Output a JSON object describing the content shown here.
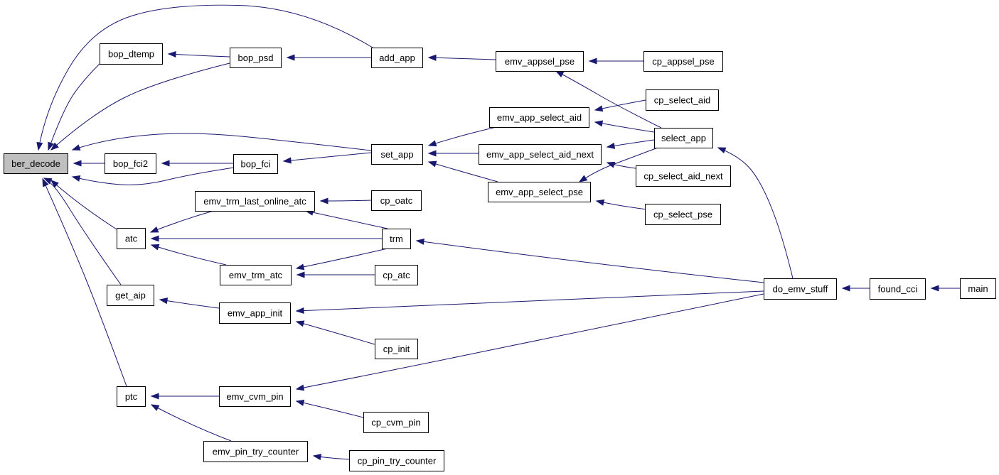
{
  "graph": {
    "nodes": [
      {
        "id": "ber_decode",
        "label": "ber_decode",
        "root": true
      },
      {
        "id": "bop_dtemp",
        "label": "bop_dtemp"
      },
      {
        "id": "bop_psd",
        "label": "bop_psd"
      },
      {
        "id": "add_app",
        "label": "add_app"
      },
      {
        "id": "emv_appsel_pse",
        "label": "emv_appsel_pse"
      },
      {
        "id": "cp_appsel_pse",
        "label": "cp_appsel_pse"
      },
      {
        "id": "cp_select_aid",
        "label": "cp_select_aid"
      },
      {
        "id": "emv_app_select_aid",
        "label": "emv_app_select_aid"
      },
      {
        "id": "select_app",
        "label": "select_app"
      },
      {
        "id": "bop_fci2",
        "label": "bop_fci2"
      },
      {
        "id": "bop_fci",
        "label": "bop_fci"
      },
      {
        "id": "set_app",
        "label": "set_app"
      },
      {
        "id": "emv_app_select_aid_next",
        "label": "emv_app_select_aid_next"
      },
      {
        "id": "cp_select_aid_next",
        "label": "cp_select_aid_next"
      },
      {
        "id": "emv_app_select_pse",
        "label": "emv_app_select_pse"
      },
      {
        "id": "emv_trm_last_online_atc",
        "label": "emv_trm_last_online_atc"
      },
      {
        "id": "cp_oatc",
        "label": "cp_oatc"
      },
      {
        "id": "cp_select_pse",
        "label": "cp_select_pse"
      },
      {
        "id": "atc",
        "label": "atc"
      },
      {
        "id": "trm",
        "label": "trm"
      },
      {
        "id": "emv_trm_atc",
        "label": "emv_trm_atc"
      },
      {
        "id": "cp_atc",
        "label": "cp_atc"
      },
      {
        "id": "get_aip",
        "label": "get_aip"
      },
      {
        "id": "do_emv_stuff",
        "label": "do_emv_stuff"
      },
      {
        "id": "found_cci",
        "label": "found_cci"
      },
      {
        "id": "main",
        "label": "main"
      },
      {
        "id": "emv_app_init",
        "label": "emv_app_init"
      },
      {
        "id": "cp_init",
        "label": "cp_init"
      },
      {
        "id": "ptc",
        "label": "ptc"
      },
      {
        "id": "emv_cvm_pin",
        "label": "emv_cvm_pin"
      },
      {
        "id": "cp_cvm_pin",
        "label": "cp_cvm_pin"
      },
      {
        "id": "emv_pin_try_counter",
        "label": "emv_pin_try_counter"
      },
      {
        "id": "cp_pin_try_counter",
        "label": "cp_pin_try_counter"
      }
    ],
    "edges": [
      {
        "from": "bop_dtemp",
        "to": "ber_decode"
      },
      {
        "from": "bop_psd",
        "to": "ber_decode"
      },
      {
        "from": "add_app",
        "to": "ber_decode"
      },
      {
        "from": "set_app",
        "to": "ber_decode"
      },
      {
        "from": "bop_fci2",
        "to": "ber_decode"
      },
      {
        "from": "bop_fci",
        "to": "ber_decode"
      },
      {
        "from": "atc",
        "to": "ber_decode"
      },
      {
        "from": "get_aip",
        "to": "ber_decode"
      },
      {
        "from": "ptc",
        "to": "ber_decode"
      },
      {
        "from": "bop_psd",
        "to": "bop_dtemp"
      },
      {
        "from": "add_app",
        "to": "bop_psd"
      },
      {
        "from": "emv_appsel_pse",
        "to": "add_app"
      },
      {
        "from": "cp_appsel_pse",
        "to": "emv_appsel_pse"
      },
      {
        "from": "select_app",
        "to": "emv_appsel_pse"
      },
      {
        "from": "bop_fci",
        "to": "bop_fci2"
      },
      {
        "from": "set_app",
        "to": "bop_fci"
      },
      {
        "from": "emv_app_select_aid",
        "to": "set_app"
      },
      {
        "from": "emv_app_select_aid_next",
        "to": "set_app"
      },
      {
        "from": "emv_app_select_pse",
        "to": "set_app"
      },
      {
        "from": "cp_select_aid",
        "to": "emv_app_select_aid"
      },
      {
        "from": "select_app",
        "to": "emv_app_select_aid"
      },
      {
        "from": "select_app",
        "to": "emv_app_select_aid_next"
      },
      {
        "from": "cp_select_aid_next",
        "to": "emv_app_select_aid_next"
      },
      {
        "from": "select_app",
        "to": "emv_app_select_pse"
      },
      {
        "from": "cp_select_pse",
        "to": "emv_app_select_pse"
      },
      {
        "from": "do_emv_stuff",
        "to": "select_app"
      },
      {
        "from": "emv_trm_last_online_atc",
        "to": "atc"
      },
      {
        "from": "trm",
        "to": "atc"
      },
      {
        "from": "emv_trm_atc",
        "to": "atc"
      },
      {
        "from": "cp_oatc",
        "to": "emv_trm_last_online_atc"
      },
      {
        "from": "trm",
        "to": "emv_trm_last_online_atc"
      },
      {
        "from": "trm",
        "to": "emv_trm_atc"
      },
      {
        "from": "cp_atc",
        "to": "emv_trm_atc"
      },
      {
        "from": "do_emv_stuff",
        "to": "trm"
      },
      {
        "from": "found_cci",
        "to": "do_emv_stuff"
      },
      {
        "from": "main",
        "to": "found_cci"
      },
      {
        "from": "emv_app_init",
        "to": "get_aip"
      },
      {
        "from": "do_emv_stuff",
        "to": "emv_app_init"
      },
      {
        "from": "cp_init",
        "to": "emv_app_init"
      },
      {
        "from": "emv_cvm_pin",
        "to": "ptc"
      },
      {
        "from": "emv_pin_try_counter",
        "to": "ptc"
      },
      {
        "from": "do_emv_stuff",
        "to": "emv_cvm_pin"
      },
      {
        "from": "cp_cvm_pin",
        "to": "emv_cvm_pin"
      },
      {
        "from": "cp_pin_try_counter",
        "to": "emv_pin_try_counter"
      }
    ]
  },
  "colors": {
    "edge": "#191970",
    "root_fill": "#bfbfbf",
    "node_fill": "#ffffff",
    "node_stroke": "#000000"
  }
}
